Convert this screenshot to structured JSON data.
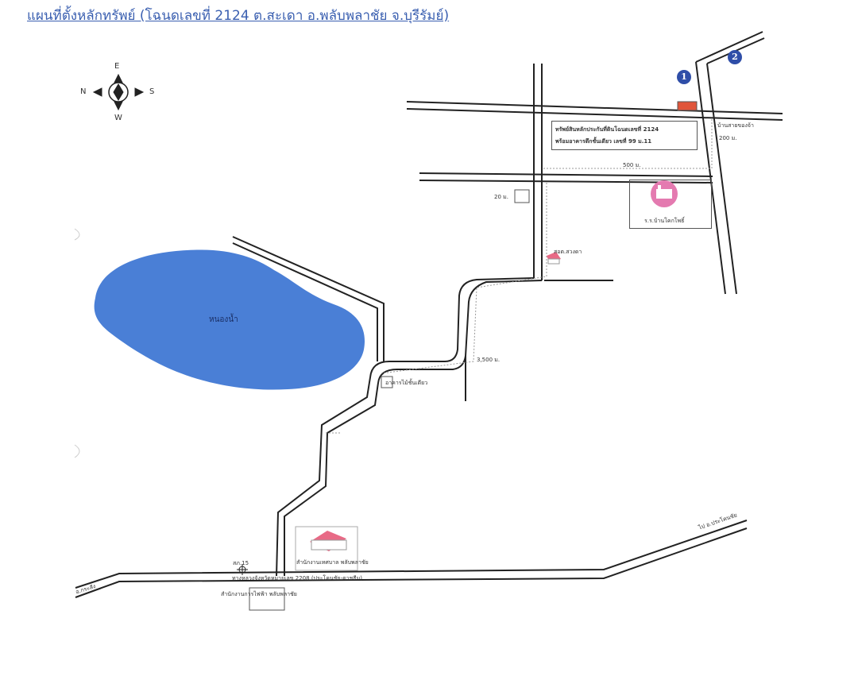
{
  "title": "แผนที่ตั้งหลักทรัพย์  (โฉนดเลขที่ 2124 ต.สะเดา อ.พลับพลาชัย จ.บุรีรัมย์)",
  "compass": {
    "north": "N",
    "south": "S",
    "east": "E",
    "west": "W"
  },
  "markers": [
    "1",
    "2"
  ],
  "pond_label": "หนองน้ำ",
  "property_box": {
    "line1": "ทรัพย์สินหลักประกันที่ดินโฉนดเลขที่ 2124",
    "line2": "พร้อมอาคารตึกชั้นเดียว เลขที่ 99 ม.11"
  },
  "labels": {
    "dist_200": "200 ม.",
    "dist_500": "500 ม.",
    "dist_20": "20 ม.",
    "dist_3500": "3,500 ม.",
    "village_right": "บ้านสายของจ้า",
    "school": "ร.ร.บ้านโคกโพธิ์",
    "health_station": "สอต.สวงดา",
    "wood_house": "อาคารไม้ชั้นเดียว",
    "district_office": "สำนักงานเทศบาล พลับพลาชัย",
    "electric_office": "สำนักงานการไฟฟ้า พลับพลาชัย",
    "highway": "ทางหลวงจังหวัดหมายเลข 2208 (ประโคนชัย-ตาชธีม)",
    "to_prakhonchai": "ไป อ.ประโคนชัย",
    "to_krasang": "อ.กระสัง",
    "police": "สภ.15"
  },
  "colors": {
    "pond": "#4a7fd6",
    "road": "#222222",
    "marker": "#2f4ea8",
    "property": "#e0553a",
    "school_icon": "#e47ab0",
    "building_roof": "#e86a86",
    "title": "#3a5fb0"
  }
}
